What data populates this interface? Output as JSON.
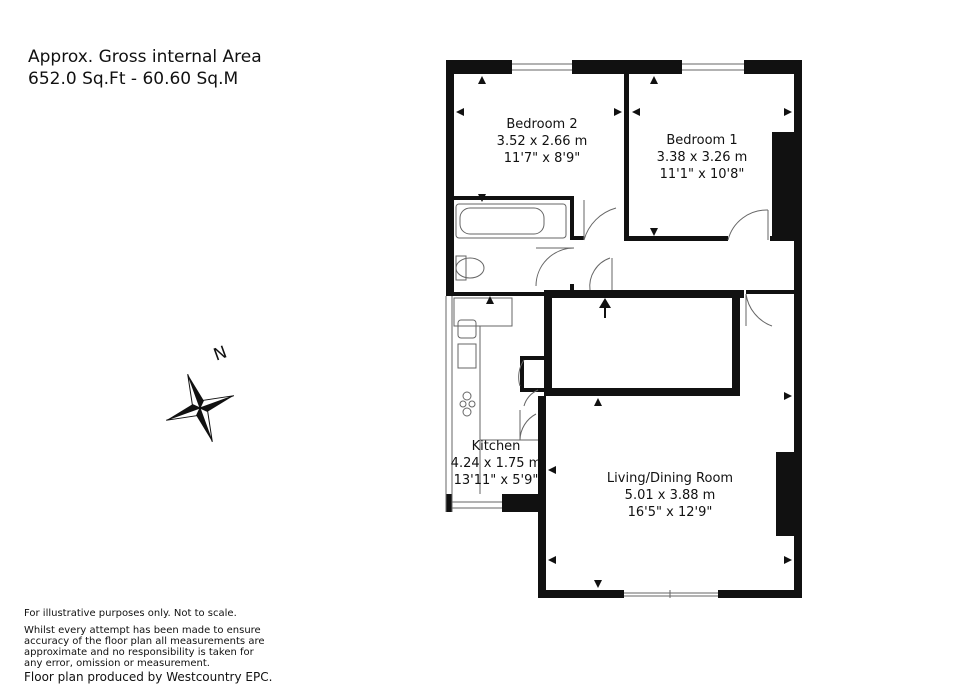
{
  "area": {
    "title": "Approx. Gross internal Area",
    "size": "652.0 Sq.Ft - 60.60 Sq.M"
  },
  "rooms": {
    "bedroom2": {
      "name": "Bedroom 2",
      "metric": "3.52 x 2.66 m",
      "imperial": "11'7\" x 8'9\""
    },
    "bedroom1": {
      "name": "Bedroom 1",
      "metric": "3.38 x 3.26 m",
      "imperial": "11'1\" x 10'8\""
    },
    "kitchen": {
      "name": "Kitchen",
      "metric": "4.24 x 1.75 m",
      "imperial": "13'11\" x 5'9\""
    },
    "living": {
      "name": "Living/Dining Room",
      "metric": "5.01 x 3.88 m",
      "imperial": "16'5\" x 12'9\""
    }
  },
  "compass": {
    "label": "N"
  },
  "disclaimer": {
    "line1": "For illustrative purposes only. Not to scale.",
    "line2": "Whilst every attempt has been made to ensure",
    "line3": "accuracy of the floor plan all measurements are",
    "line4": "approximate and no responsibility is taken for",
    "line5": "any error, omission or measurement.",
    "credit": "Floor plan produced by Westcountry EPC."
  },
  "colors": {
    "wall": "#111111",
    "line": "#666666",
    "background": "#ffffff"
  }
}
